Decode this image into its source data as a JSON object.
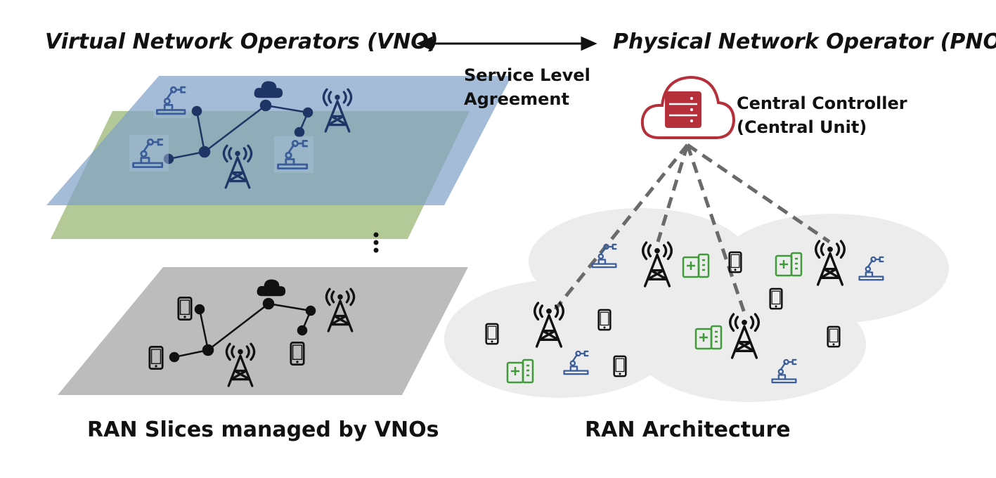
{
  "header": {
    "left_title": "Virtual Network Operators (VNO)",
    "right_title": "Physical Network Operator (PNO)"
  },
  "sla": {
    "line1": "Service Level",
    "line2": "Agreement"
  },
  "controller": {
    "line1": "Central Controller",
    "line2": "(Central Unit)"
  },
  "captions": {
    "left": "RAN Slices managed by VNOs",
    "right": "RAN Architecture"
  },
  "colors": {
    "slice_blue": "#7f9fc8",
    "slice_green": "#a7bf86",
    "slice_gray": "#bcbcbc",
    "robot_blue": "#3b5e9a",
    "dark_navy": "#1f3566",
    "cloud_red": "#b5303a",
    "hospital_green": "#3f9a3a",
    "dashed_gray": "#6a6a6a",
    "coverage_gray": "#ececec"
  }
}
